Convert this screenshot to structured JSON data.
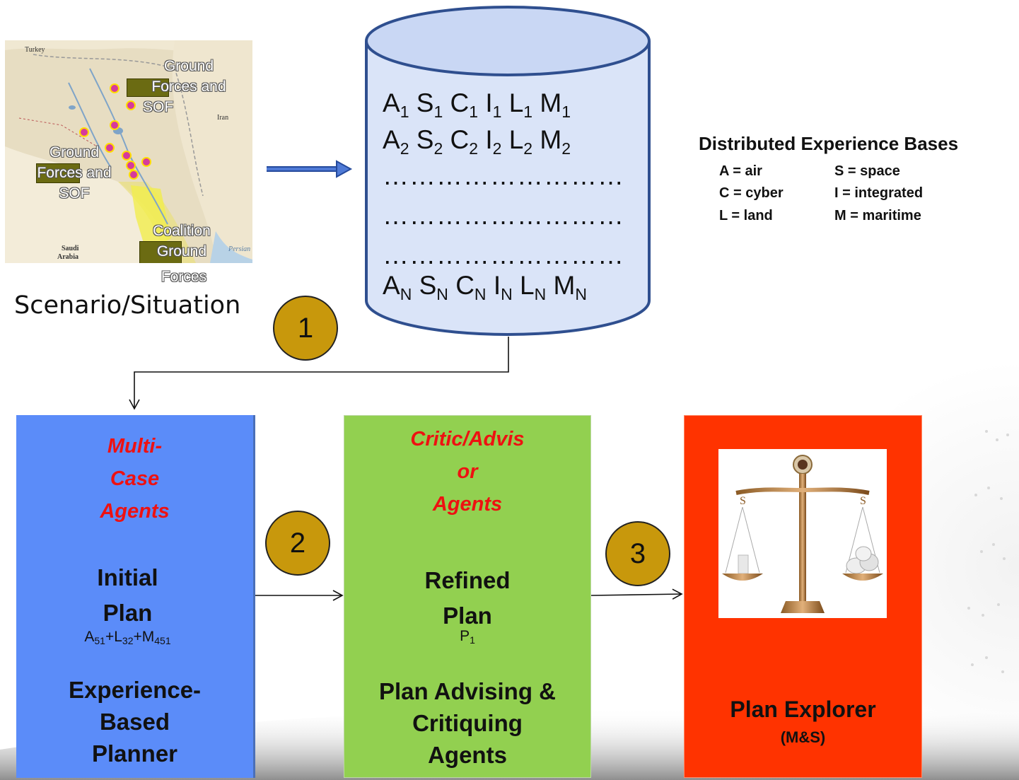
{
  "map": {
    "labels": {
      "top": [
        "Ground",
        "Forces and",
        "SOF"
      ],
      "left": [
        "Ground",
        "Forces and",
        "SOF"
      ],
      "bottom": [
        "Coalition",
        "Ground",
        "Forces"
      ]
    },
    "place_names": {
      "turkey": "Turkey",
      "iran": "Iran",
      "saudi": "Saudi",
      "arabia": "Arabia",
      "persian": "Persian"
    }
  },
  "scenario_label": "Scenario/Situation",
  "database": {
    "rows": [
      {
        "letters": [
          "A",
          "S",
          "C",
          "I",
          "L",
          "M"
        ],
        "sub": "1"
      },
      {
        "letters": [
          "A",
          "S",
          "C",
          "I",
          "L",
          "M"
        ],
        "sub": "2"
      },
      {
        "letters": [
          "A",
          "S",
          "C",
          "I",
          "L",
          "M"
        ],
        "sub": "N"
      }
    ],
    "dots": "………………………"
  },
  "legend": {
    "title": "Distributed Experience Bases",
    "items": [
      "A = air",
      "S = space",
      "C = cyber",
      "I = integrated",
      "L = land",
      "M = maritime"
    ]
  },
  "steps": [
    "1",
    "2",
    "3"
  ],
  "panels": {
    "planner": {
      "agents": [
        "Multi-",
        "Case",
        "Agents"
      ],
      "plan": [
        "Initial",
        "Plan"
      ],
      "formula": {
        "a": "A",
        "a_sub": "51",
        "l": "L",
        "l_sub": "32",
        "m": "M",
        "m_sub": "451"
      },
      "name": [
        "Experience-",
        "Based",
        "Planner"
      ],
      "color": "#5b8cf9"
    },
    "critic": {
      "agents": [
        "Critic/Advis",
        "or",
        "Agents"
      ],
      "plan": [
        "Refined",
        "Plan"
      ],
      "formula": {
        "p": "P",
        "p_sub": "1"
      },
      "name": [
        "Plan Advising &",
        "Critiquing",
        "Agents"
      ],
      "color": "#92d050"
    },
    "explorer": {
      "name": "Plan Explorer",
      "sub": "(M&S)",
      "color": "#ff3300"
    }
  }
}
